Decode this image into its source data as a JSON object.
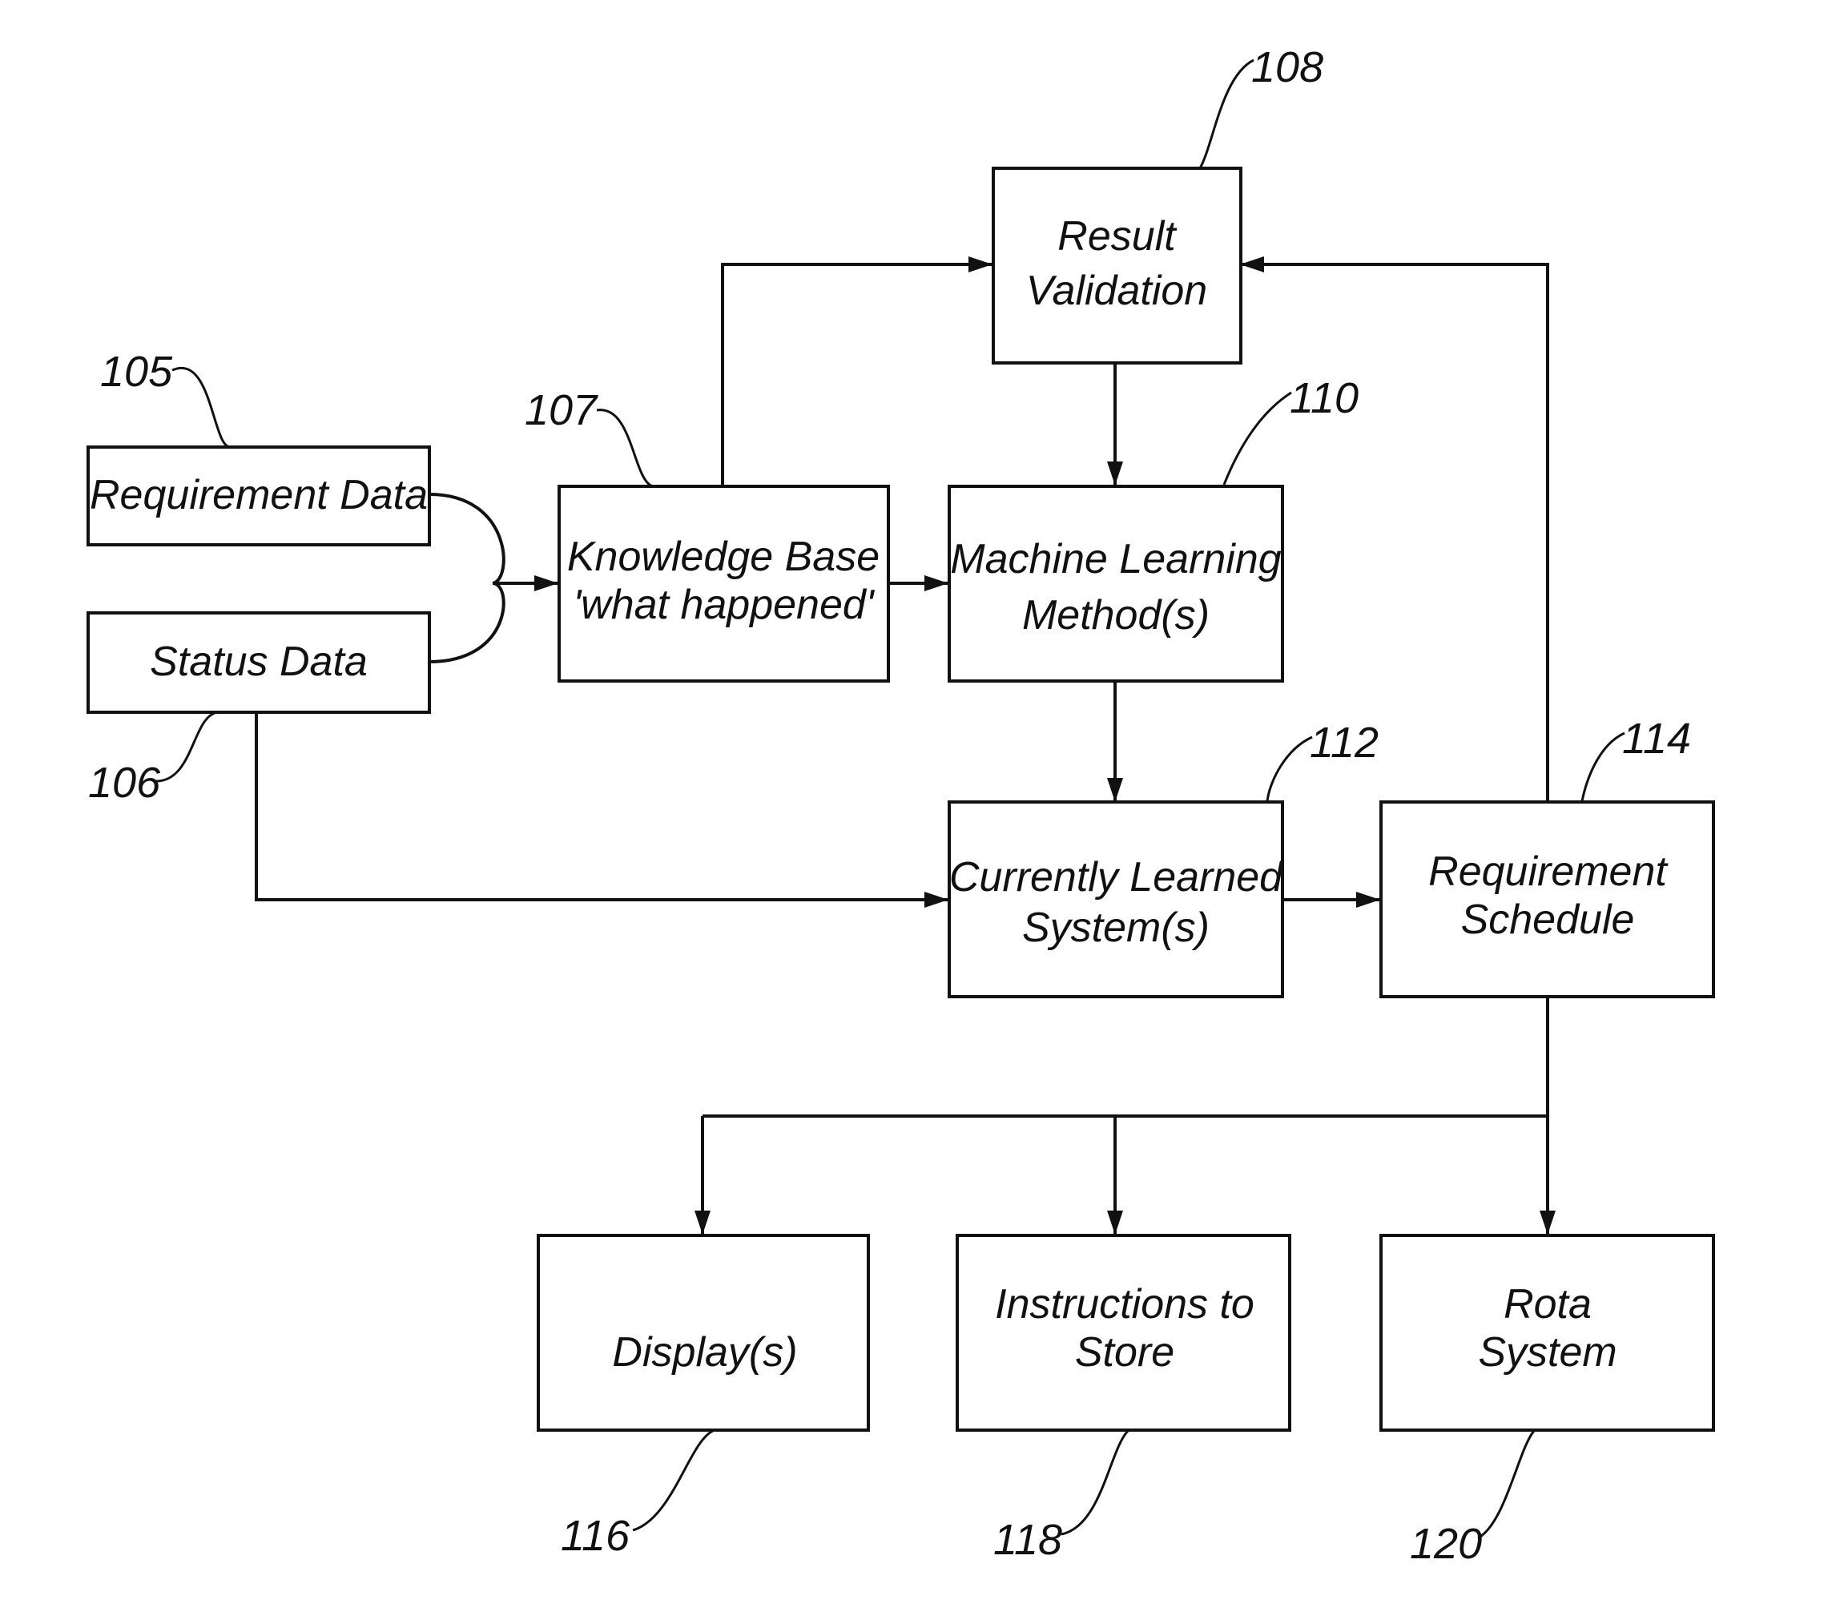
{
  "colors": {
    "ink": "#111111",
    "background": "#ffffff"
  },
  "nodes": {
    "requirement_data": {
      "ref": "105",
      "lines": [
        "Requirement Data"
      ]
    },
    "status_data": {
      "ref": "106",
      "lines": [
        "Status Data"
      ]
    },
    "knowledge_base": {
      "ref": "107",
      "lines": [
        "Knowledge Base",
        "'what happened'"
      ]
    },
    "result_validation": {
      "ref": "108",
      "lines": [
        "Result",
        "Validation"
      ]
    },
    "machine_learning": {
      "ref": "110",
      "lines": [
        "Machine Learning",
        "Method(s)"
      ]
    },
    "currently_learned": {
      "ref": "112",
      "lines": [
        "Currently Learned",
        "System(s)"
      ]
    },
    "requirement_schedule": {
      "ref": "114",
      "lines": [
        "Requirement",
        "Schedule"
      ]
    },
    "displays": {
      "ref": "116",
      "lines": [
        "Display(s)"
      ]
    },
    "instructions_to_store": {
      "ref": "118",
      "lines": [
        "Instructions to",
        "Store"
      ]
    },
    "rota_system": {
      "ref": "120",
      "lines": [
        "Rota",
        "System"
      ]
    }
  },
  "edges": [
    {
      "from": "requirement_data",
      "to": "knowledge_base"
    },
    {
      "from": "status_data",
      "to": "knowledge_base"
    },
    {
      "from": "knowledge_base",
      "to": "result_validation"
    },
    {
      "from": "knowledge_base",
      "to": "machine_learning"
    },
    {
      "from": "result_validation",
      "to": "machine_learning"
    },
    {
      "from": "machine_learning",
      "to": "currently_learned"
    },
    {
      "from": "status_data",
      "to": "currently_learned"
    },
    {
      "from": "currently_learned",
      "to": "requirement_schedule"
    },
    {
      "from": "requirement_schedule",
      "to": "result_validation"
    },
    {
      "from": "requirement_schedule",
      "to": "displays"
    },
    {
      "from": "requirement_schedule",
      "to": "instructions_to_store"
    },
    {
      "from": "requirement_schedule",
      "to": "rota_system"
    }
  ]
}
